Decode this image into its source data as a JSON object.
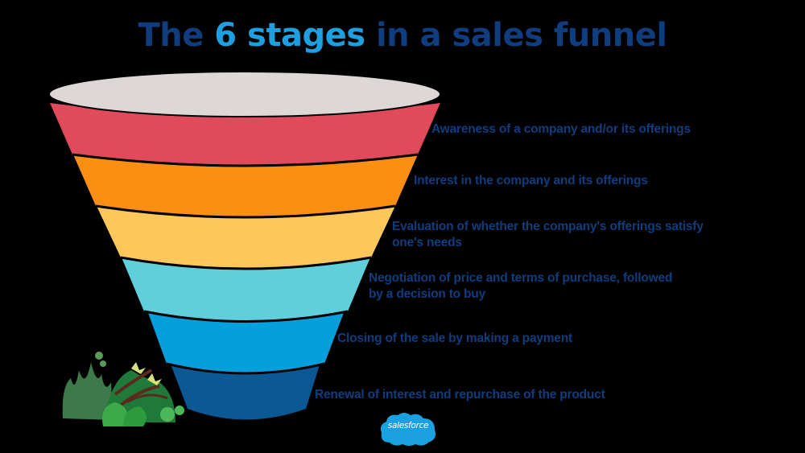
{
  "title": {
    "prefix": "The ",
    "highlight": "6 stages",
    "suffix": " in a sales funnel",
    "color_main": "#0f3d7e",
    "color_highlight": "#1ea0e0"
  },
  "stages": [
    {
      "name": "Awareness",
      "color": "#e04a5a",
      "label": "Awareness of a company and/or its offerings"
    },
    {
      "name": "Interest",
      "color": "#fb8f14",
      "label": "Interest in the company and its offerings"
    },
    {
      "name": "Evaluation",
      "color": "#fdc75b",
      "label_line1": "Evaluation of whether the company's offerings satisfy",
      "label_line2": "one's needs"
    },
    {
      "name": "Negotiation",
      "color": "#5fcfdb",
      "label_line1": "Negotiation of price and terms of purchase, followed",
      "label_line2": "by a decision to buy"
    },
    {
      "name": "Closing",
      "color": "#05a0dc",
      "label": "Closing of the sale by making a payment"
    },
    {
      "name": "Renewal",
      "color": "#0b5994",
      "label": "Renewal of interest and repurchase of the product"
    }
  ],
  "funnel_top_color": "#ddd8d6",
  "logo": {
    "text": "salesforce",
    "color": "#1ba0e1"
  }
}
